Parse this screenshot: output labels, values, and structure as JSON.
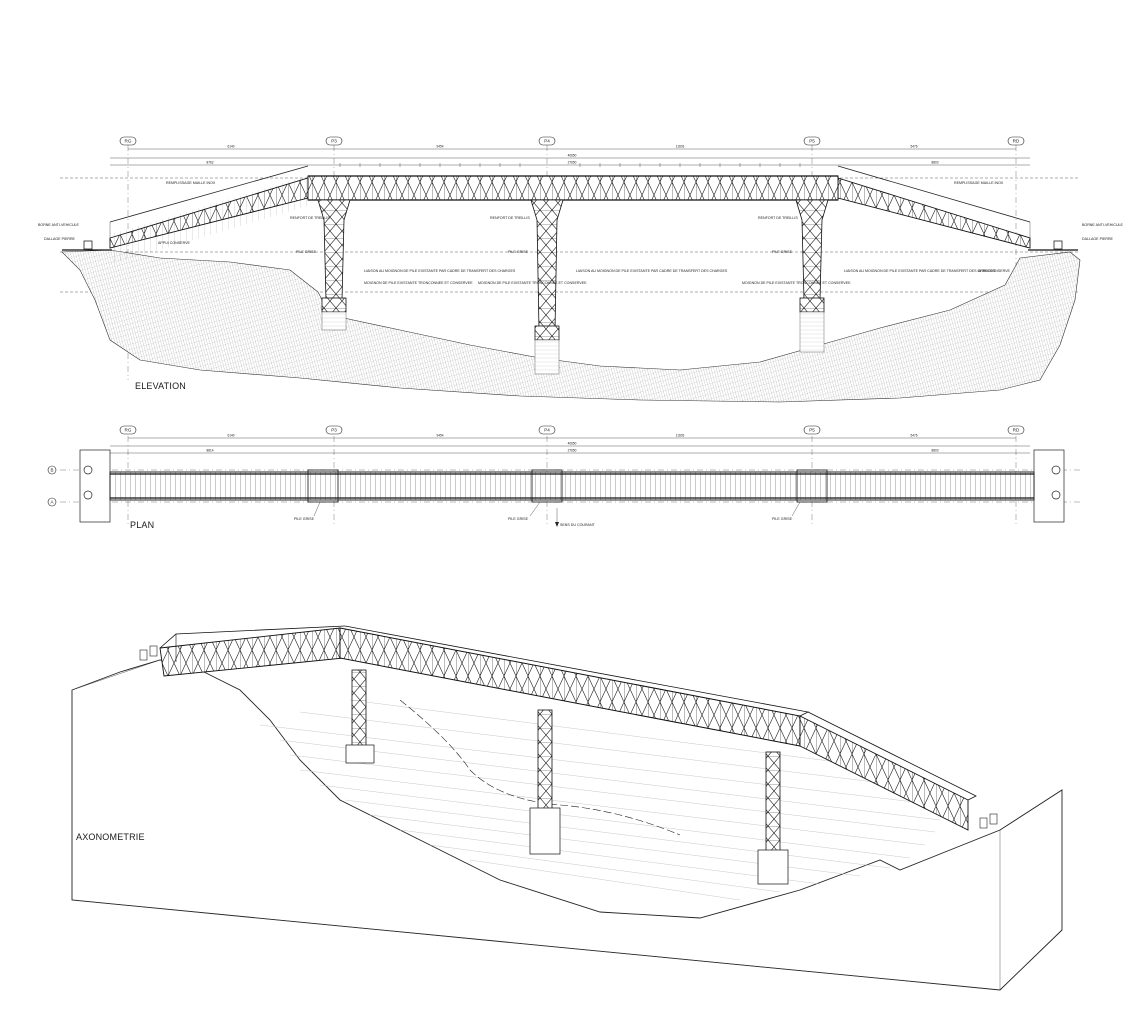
{
  "elevation": {
    "title": "ELEVATION",
    "axes": [
      "RG",
      "P3",
      "P4",
      "P5",
      "RD"
    ],
    "overall_dim": "40650",
    "sub_dim": "27650",
    "spans": [
      "6140",
      "9454",
      "11603",
      "5476"
    ],
    "end_dims": [
      "8762",
      "8803"
    ],
    "left_annotations": [
      "BORNE ANTI-VEHICULE",
      "DALLAGE PIERRE"
    ],
    "right_annotations": [
      "BORNE ANTI-VEHICULE",
      "DALLAGE PIERRE"
    ],
    "labels": {
      "remplissage_left": "REMPLISSAGE MAILLE INOX",
      "appui_left": "APPUI CONSERVE",
      "renfort_p3": "RENFORT DE TREILLIS",
      "renfort_p4": "RENFORT DE TREILLIS",
      "renfort_p5": "RENFORT DE TREILLIS",
      "pile_p3": "PILE GRISE",
      "pile_p4": "PILE GRISE",
      "pile_p5": "PILE GRISE",
      "liaison_p3": "LIAISON AU MOIGNON DE PILE EXISTANTE PAR CADRE DE TRANSFERT DES CHARGES",
      "moignon_p3": "MOIGNON DE PILE EXISTANTE TRONCONNEE ET CONSERVEE",
      "moignon_p4": "MOIGNON DE PILE EXISTANTE TRONCONNEE ET CONSERVEE",
      "liaison_p4": "LIAISON AU MOIGNON DE PILE EXISTANTE PAR CADRE DE TRANSFERT DES CHARGES",
      "moignon_p5": "MOIGNON DE PILE EXISTANTE TRONCONNEE ET CONSERVEE",
      "liaison_p5": "LIAISON AU MOIGNON DE PILE EXISTANTE PAR CADRE DE TRANSFERT DES CHARGES",
      "remplissage_right": "REMPLISSAGE MAILLE INOX",
      "appui_right": "APPUI CONSERVE"
    }
  },
  "plan": {
    "title": "PLAN",
    "axes": [
      "RG",
      "P3",
      "P4",
      "P5",
      "RD"
    ],
    "row_tags": [
      "B",
      "A"
    ],
    "overall_dim": "40650",
    "sub_dim": "27650",
    "spans": [
      "6140",
      "9454",
      "11603",
      "5476"
    ],
    "end_dims": [
      "8814",
      "8803"
    ],
    "labels": {
      "pile_p3": "PILE GRISE",
      "pile_p4": "PILE GRISE",
      "pile_p5": "PILE GRISE",
      "flow": "SENS DU COURANT"
    }
  },
  "axonometrie": {
    "title": "AXONOMETRIE"
  },
  "colors": {
    "ink": "#1a1a1a",
    "paper": "#ffffff",
    "hatch": "#9a9a9a"
  }
}
